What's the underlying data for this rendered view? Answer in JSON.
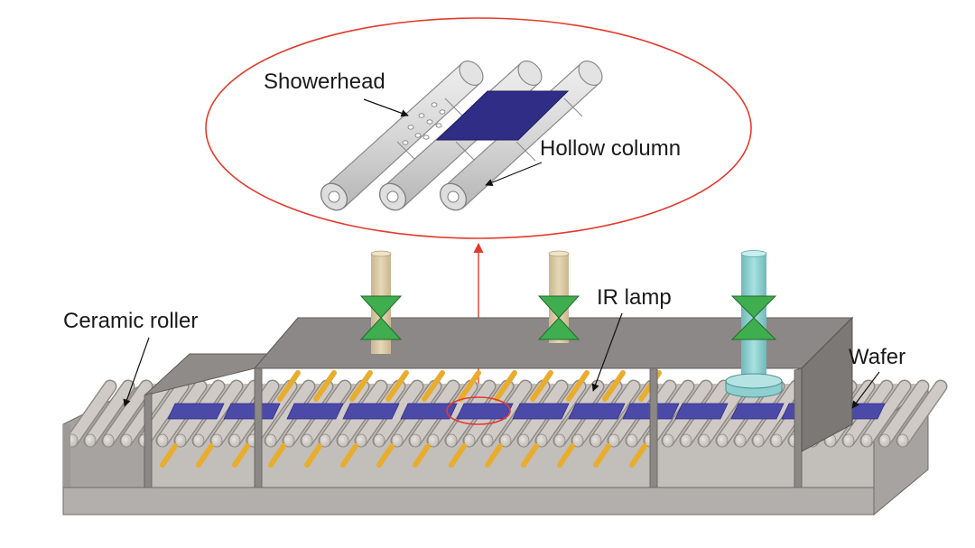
{
  "labels": {
    "showerhead": "Showerhead",
    "hollow_column": "Hollow column",
    "ceramic_roller": "Ceramic roller",
    "ir_lamp": "IR lamp",
    "wafer": "Wafer"
  },
  "colors": {
    "wafer": "#4b4aa8",
    "wafer_dark": "#2f2d86",
    "roller": "#cfcac6",
    "roller_edge": "#8f8a86",
    "chamber_top": "#8d8a89",
    "chamber_wall": "#a9a6a4",
    "chamber_floor": "#b8b4b1",
    "ir_lamp": "#e8ad2e",
    "valve": "#3fae4e",
    "pipe_tan": "#dccba8",
    "pipe_cyan": "#8ecfd0",
    "highlight": "#e23b2e",
    "column": "#d6d6d6",
    "column_edge": "#8a8a8a"
  }
}
